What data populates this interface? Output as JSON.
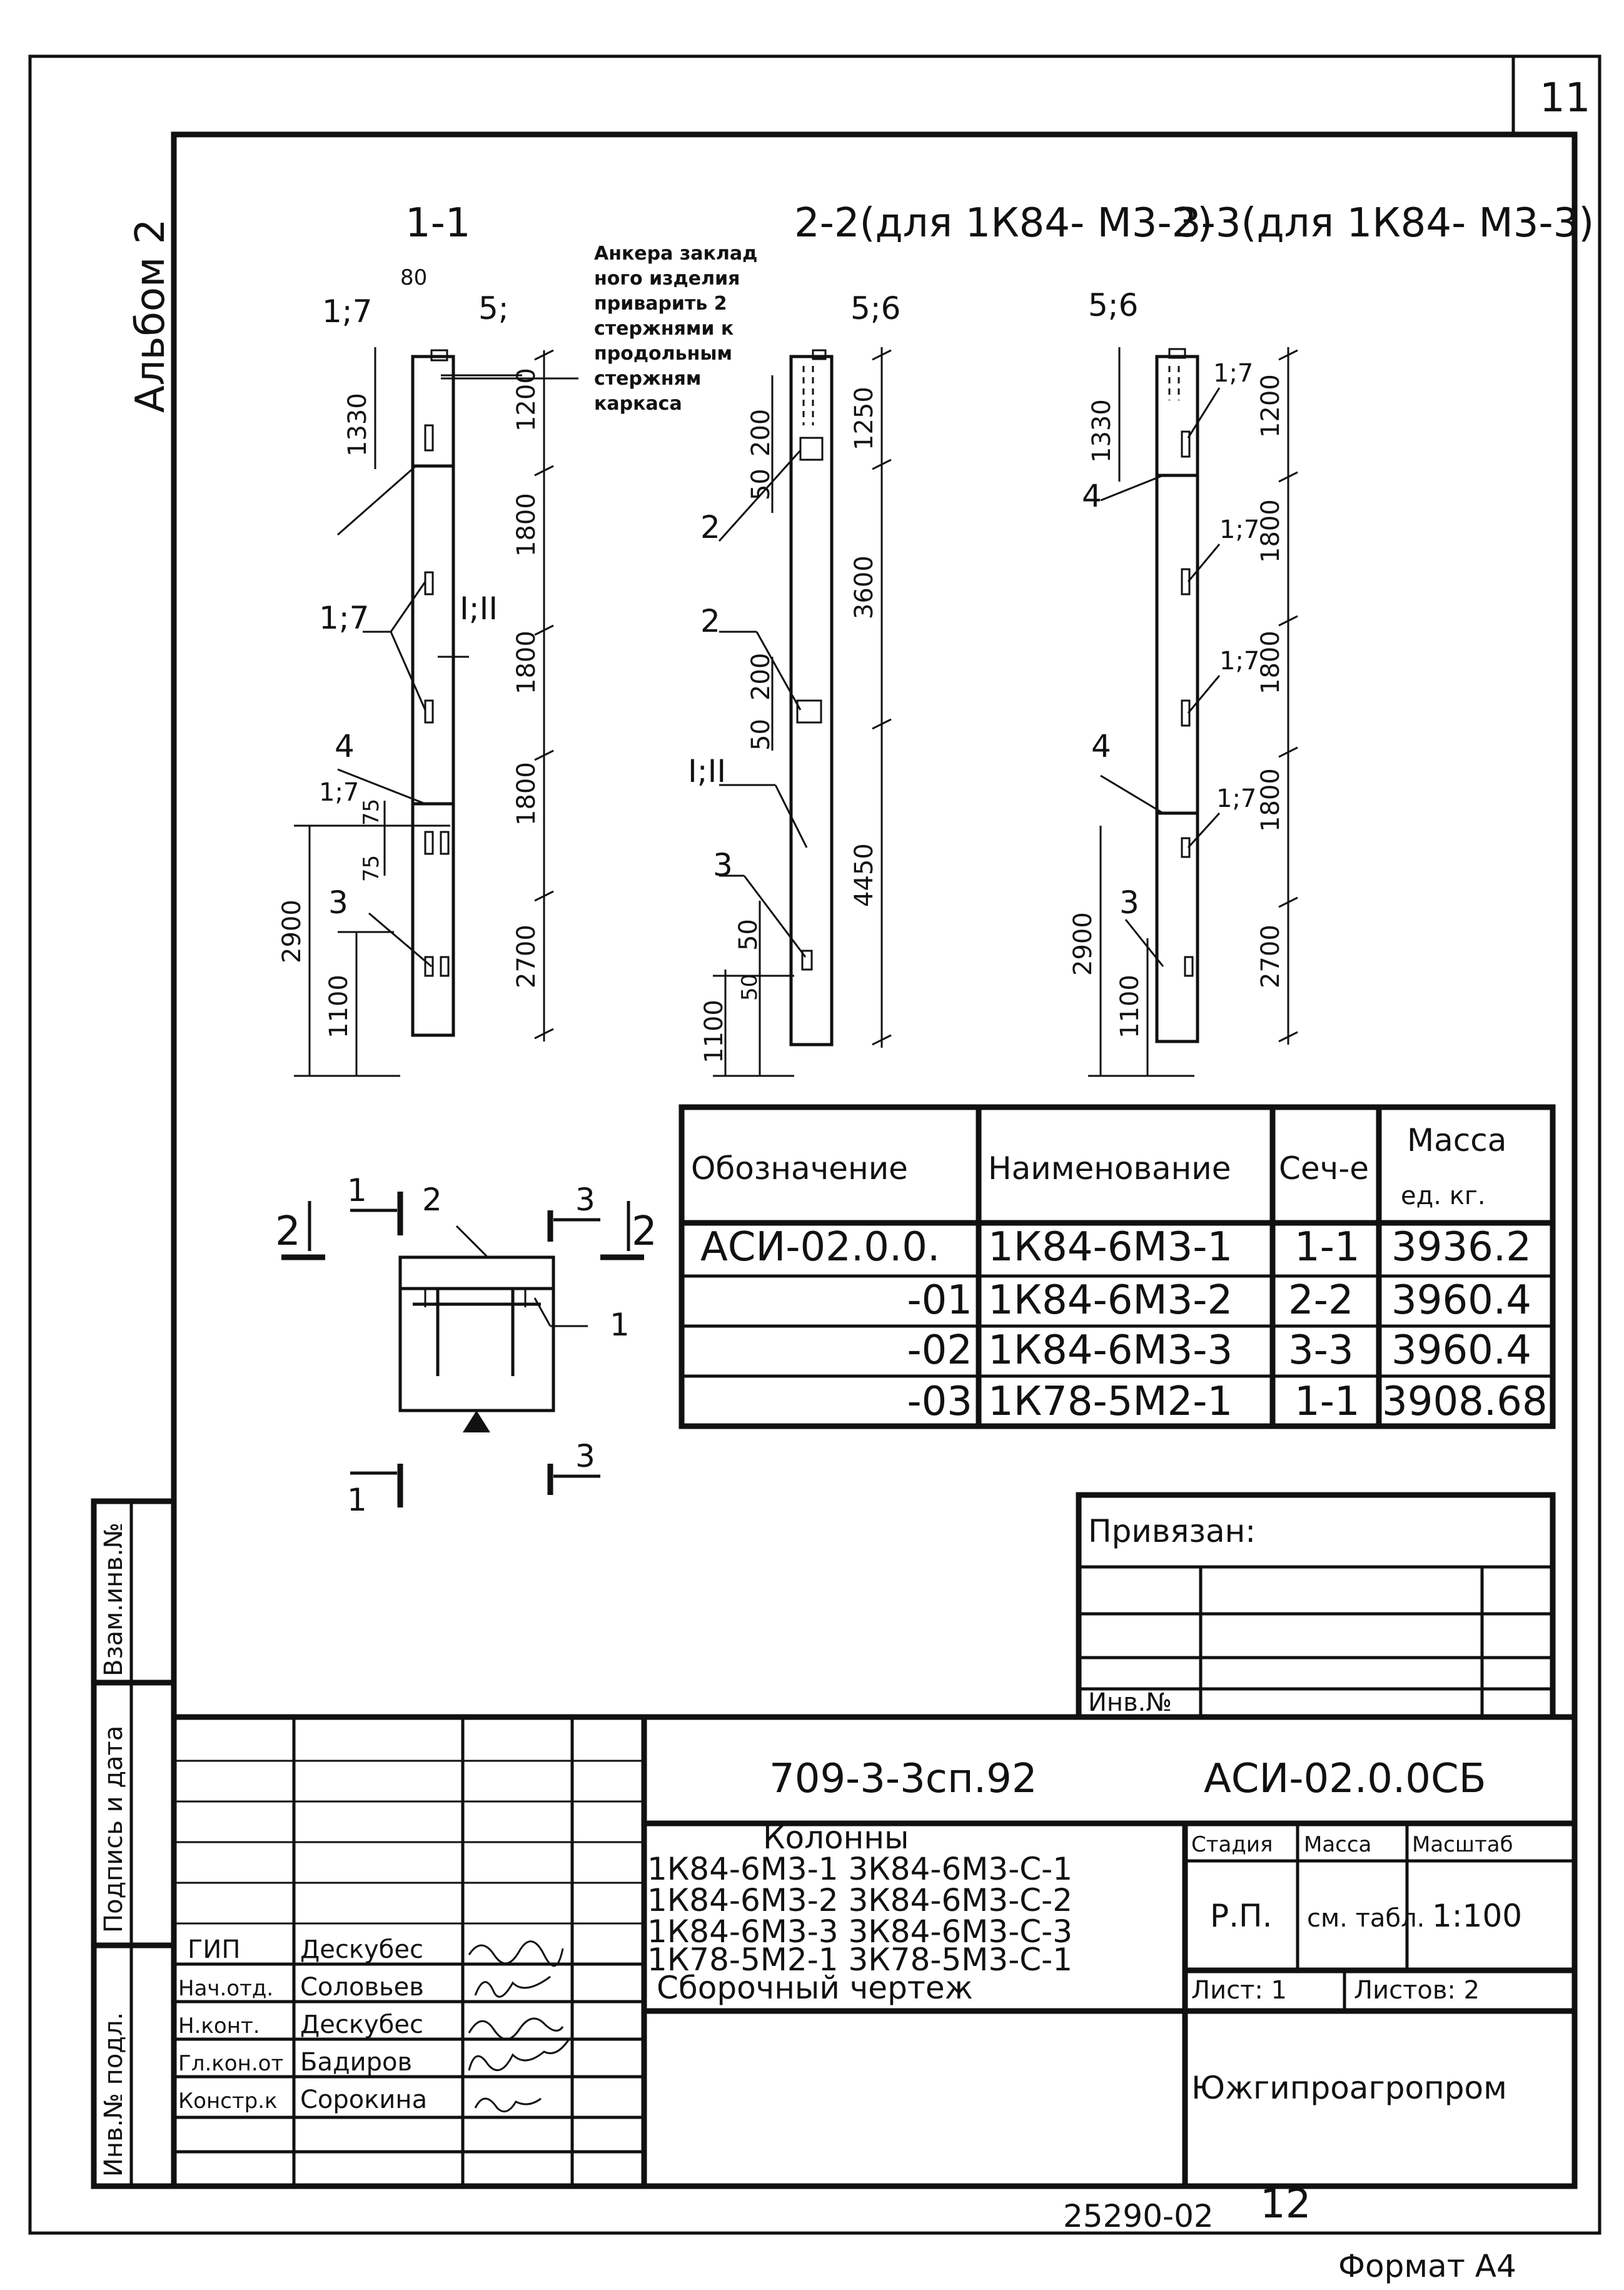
{
  "sheet": {
    "sheet_no": "11",
    "album": "Альбом 2",
    "format": "Формат А4",
    "footer_code": "25290-02",
    "footer_page": "12"
  },
  "sections": {
    "s1_title": "1-1",
    "s2_title": "2-2(для 1К84- М3-2)",
    "s3_title": "3-3(для 1К84- М3-3)",
    "note": [
      "Анкера заклад",
      "ного изделия",
      "приварить 2",
      "стержнями к",
      "продольным",
      "стержням",
      "каркаса"
    ],
    "s1": {
      "label_top": "5;",
      "w80": "80",
      "l17a": "1;7",
      "l17b": "1;7",
      "l17c": "1;7",
      "l4": "4",
      "l3": "3",
      "lI": "I;II",
      "d1330": "1330",
      "d2900": "2900",
      "d1100": "1100",
      "d75a": "75",
      "d75b": "75",
      "d1200": "1200",
      "d1800a": "1800",
      "d1800b": "1800",
      "d1800c": "1800",
      "d2700": "2700"
    },
    "s2": {
      "label_top": "5;6",
      "l2a": "2",
      "l2b": "2",
      "l3": "3",
      "lI": "I;II",
      "d200a": "200",
      "d50a": "50",
      "d200b": "200",
      "d50b": "50",
      "d50c": "50",
      "d50d": "50",
      "d1100": "1100",
      "d1250": "1250",
      "d3600": "3600",
      "d4450": "4450"
    },
    "s3": {
      "label_top": "5;6",
      "l17a": "1;7",
      "l17b": "1;7",
      "l17c": "1;7",
      "l17d": "1;7",
      "l4a": "4",
      "l4b": "4",
      "l3": "3",
      "d1330": "1330",
      "d2900": "2900",
      "d1100": "1100",
      "d1200": "1200",
      "d1800a": "1800",
      "d1800b": "1800",
      "d1800c": "1800",
      "d2700": "2700"
    }
  },
  "plan": {
    "c1a": "1",
    "c1b": "1",
    "c2a": "2",
    "c2b": "2",
    "c3a": "3",
    "c3b": "3",
    "p1": "1",
    "p2": "2"
  },
  "spec_table": {
    "headers": [
      "Обозначение",
      "Наименование",
      "Сеч-е",
      "Масса",
      "ед. кг."
    ],
    "rows": [
      [
        "АСИ-02.0.0.",
        "1К84-6М3-1",
        "1-1",
        "3936.2"
      ],
      [
        "-01",
        "1К84-6М3-2",
        "2-2",
        "3960.4"
      ],
      [
        "-02",
        "1К84-6М3-3",
        "3-3",
        "3960.4"
      ],
      [
        "-03",
        "1К78-5М2-1",
        "1-1",
        "3908.68"
      ]
    ]
  },
  "binding": {
    "title": "Привязан:",
    "inv": "Инв.№"
  },
  "stamp": {
    "doc_code": "709-3-3сп.92",
    "designation": "АСИ-02.0.0СБ",
    "title_lines": [
      "Колонны",
      "1К84-6М3-1   3К84-6М3-С-1",
      "1К84-6М3-2   3К84-6М3-С-2",
      "1К84-6М3-3   3К84-6М3-С-3",
      "1К78-5М2-1   3К78-5М3-С-1",
      "Сборочный    чертеж"
    ],
    "stage_h": "Стадия",
    "mass_h": "Масса",
    "scale_h": "Масштаб",
    "stage": "Р.П.",
    "mass": "см. табл.",
    "scale": "1:100",
    "sheet": "Лист: 1",
    "sheets": "Листов: 2",
    "org": "Южгипроагропром",
    "roles": [
      {
        "role": "ГИП",
        "name": "Дескубес"
      },
      {
        "role": "Нач.отд.",
        "name": "Соловьев"
      },
      {
        "role": "Н.конт.",
        "name": "Дескубес"
      },
      {
        "role": "Гл.кон.от",
        "name": "Бадиров"
      },
      {
        "role": "Констр.к",
        "name": "Сорокина"
      }
    ]
  },
  "side": {
    "v1": "Взам.инв.№",
    "v2": "Подпись и дата",
    "v3": "Инв.№ подл."
  }
}
